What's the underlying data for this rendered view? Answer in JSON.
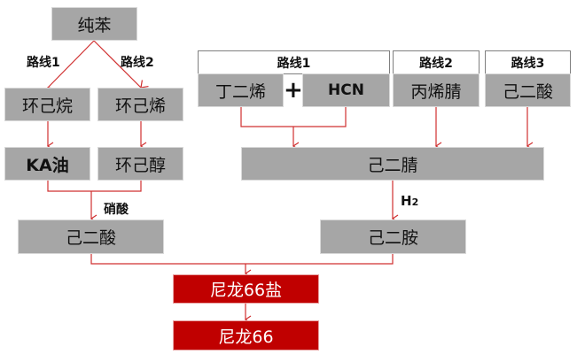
{
  "left": {
    "benzene": "纯苯",
    "route1": "路线1",
    "route2": "路线2",
    "cyclohexane": "环己烷",
    "cyclohexene": "环己烯",
    "ka_oil": "KA油",
    "cyclohexanol": "环己醇",
    "nitric_acid": "硝酸",
    "adipic_acid": "己二酸"
  },
  "right": {
    "route1": "路线1",
    "butadiene": "丁二烯",
    "plus": "+",
    "hcn": "HCN",
    "route2": "路线2",
    "acrylonitrile": "丙烯腈",
    "route3": "路线3",
    "adipic_acid": "己二酸",
    "adiponitrile": "己二腈",
    "h2": "H",
    "h2_sub": "2",
    "hexanediamine": "己二胺"
  },
  "bottom": {
    "salt": "尼龙66盐",
    "nylon": "尼龙66"
  },
  "colors": {
    "arrow": "#d03030",
    "box": "#a6a6a6",
    "product": "#c00000"
  }
}
